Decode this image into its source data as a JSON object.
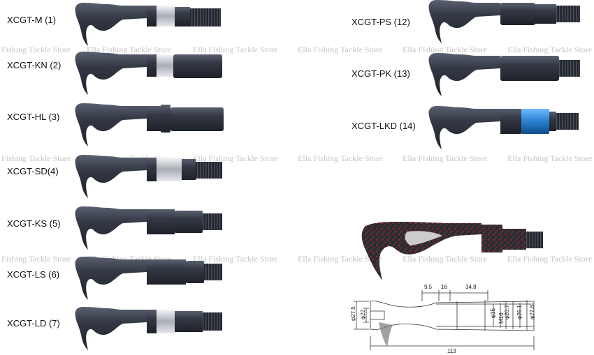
{
  "colors": {
    "handle_dark": "#2b2f38",
    "handle_mid": "#3a3f4a",
    "handle_light": "#5a6070",
    "thread": "#1f232a",
    "metal": "#c9ccd2",
    "blue_ring": "#2a7fd0",
    "red_speckle": "#c0202a",
    "watermark": "#c4c4c4"
  },
  "models_left": [
    {
      "label": "XCGT-M (1)",
      "collar": "metal",
      "end": "thread"
    },
    {
      "label": "XCGT-KN (2)",
      "collar": "metal",
      "end": "plain"
    },
    {
      "label": "XCGT-HL (3)",
      "collar": "none",
      "end": "plain"
    },
    {
      "label": "XCGT-SD(4)",
      "collar": "metal",
      "end": "thread"
    },
    {
      "label": "XCGT-KS (5)",
      "collar": "none",
      "end": "thread"
    },
    {
      "label": "XCGT-LS (6)",
      "collar": "none",
      "end": "thread"
    },
    {
      "label": "XCGT-LD (7)",
      "collar": "metal",
      "end": "thread"
    }
  ],
  "models_right": [
    {
      "label": "XCGT-PS (12)",
      "collar": "none",
      "end": "thread"
    },
    {
      "label": "XCGT-PK (13)",
      "collar": "none",
      "end": "thread"
    },
    {
      "label": "XCGT-LKD (14)",
      "collar": "blue",
      "end": "thread"
    }
  ],
  "watermark": {
    "text": "Ella Fishing Tackle Store",
    "rows": [
      [
        "Fishing Tackle Store",
        "Ella Fishing Tackle Store",
        "Ella Fishing Tackle Store",
        "Ella Fishing Tackle Store",
        "Ella Fishing Tackle Store",
        "Ella Fishing Tackle Store"
      ],
      [
        "Fishing Tackle Store",
        "Ella Fishing Tackle Store",
        "Ella Fishing Tackle Store",
        "Ella Fishing Tackle Store",
        "Ella Fishing Tackle Store",
        "Ella Fishing Tackle Store"
      ],
      [
        "Fishing Tackle Store",
        "Ella Fishing Tackle Store",
        "Ella Fishing Tackle Store",
        "Ella Fishing Tackle Store",
        "Ella Fishing Tackle Store",
        "Ella Fishing Tackle Store"
      ]
    ]
  },
  "drawing": {
    "dims": [
      "9.5",
      "16",
      "34.8",
      "φ27.5",
      "φ22",
      "φ15",
      "φ20.7",
      "φ25.1",
      "φ27.8",
      "113",
      "M16"
    ]
  }
}
